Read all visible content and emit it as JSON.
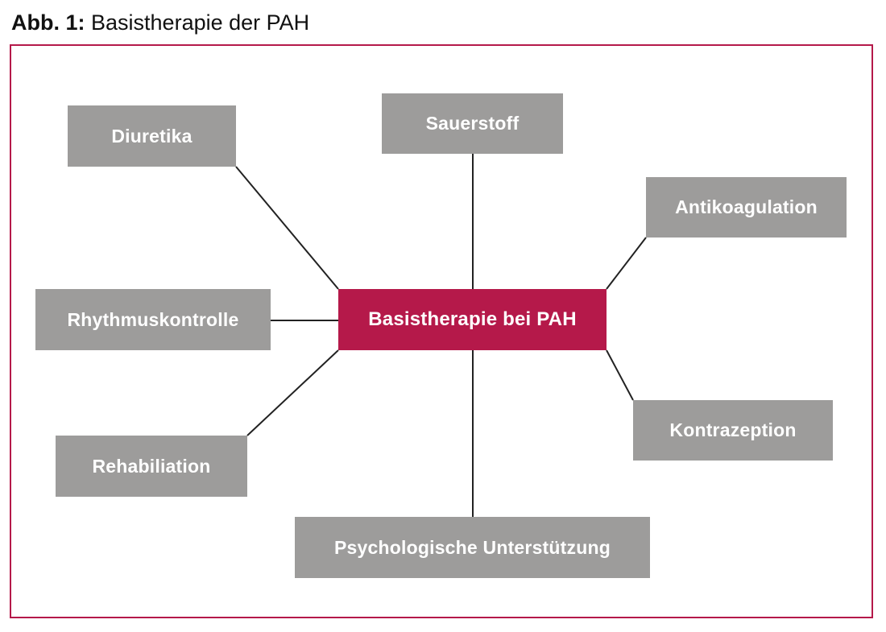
{
  "figure": {
    "label": "Abb. 1:",
    "title": "Basistherapie der PAH"
  },
  "diagram": {
    "center": "Basistherapie bei PAH",
    "nodes": [
      "Diuretika",
      "Sauerstoff",
      "Antikoagulation",
      "Rhythmuskontrolle",
      "Kontrazeption",
      "Rehabiliation",
      "Psychologische Unterstützung"
    ]
  },
  "colors": {
    "accent": "#b5194a",
    "node_fill": "#9d9c9b",
    "node_text": "#ffffff",
    "connector": "#222222"
  }
}
